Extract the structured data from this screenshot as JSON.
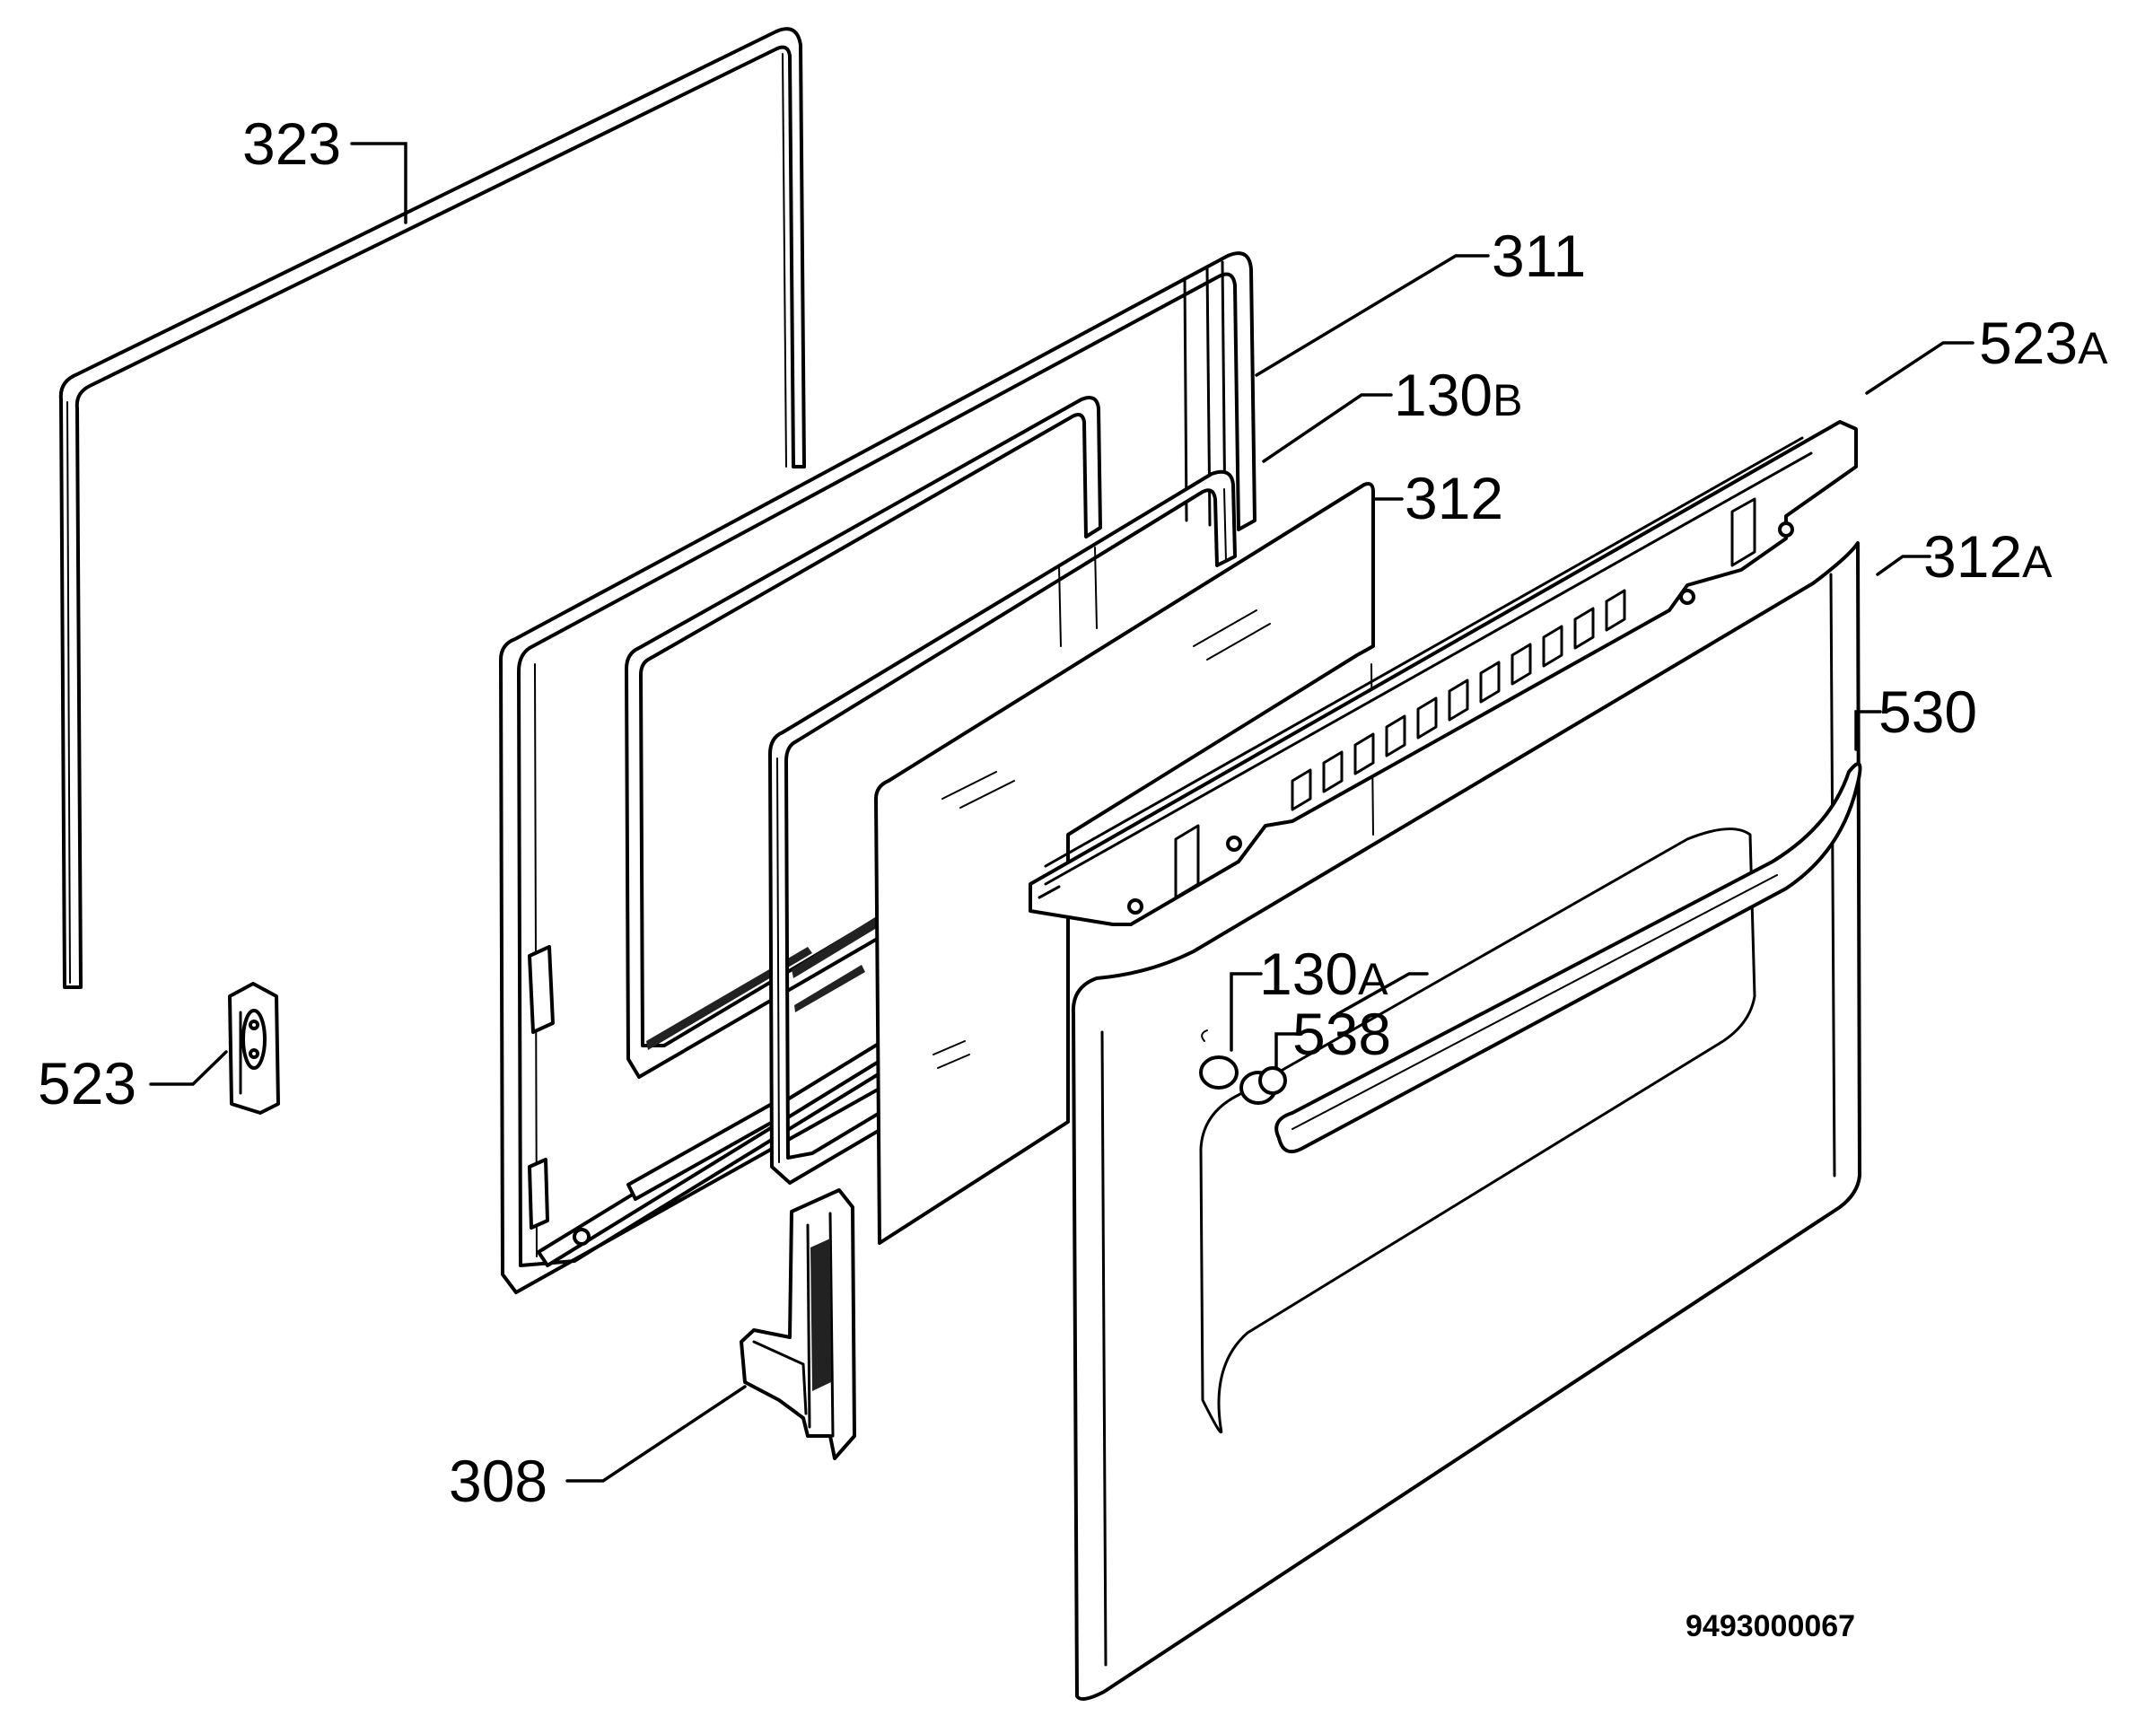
{
  "diagram": {
    "document_number": "9493000067",
    "callouts": [
      {
        "id": "323",
        "num": "323",
        "suffix": ""
      },
      {
        "id": "311",
        "num": "311",
        "suffix": ""
      },
      {
        "id": "523A",
        "num": "523",
        "suffix": "A"
      },
      {
        "id": "130B",
        "num": "130",
        "suffix": "B"
      },
      {
        "id": "312",
        "num": "312",
        "suffix": ""
      },
      {
        "id": "312A",
        "num": "312",
        "suffix": "A"
      },
      {
        "id": "530",
        "num": "530",
        "suffix": ""
      },
      {
        "id": "523",
        "num": "523",
        "suffix": ""
      },
      {
        "id": "130A",
        "num": "130",
        "suffix": "A"
      },
      {
        "id": "538",
        "num": "538",
        "suffix": ""
      },
      {
        "id": "308",
        "num": "308",
        "suffix": ""
      }
    ]
  }
}
